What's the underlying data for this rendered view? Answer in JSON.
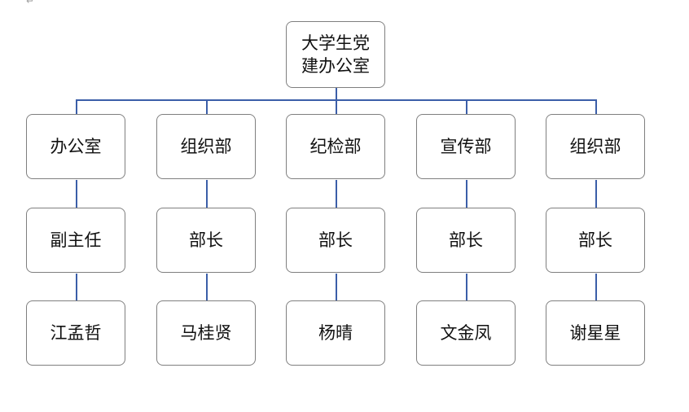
{
  "paragraph_mark": "↵",
  "root": {
    "label_line1": "大学生党",
    "label_line2": "建办公室"
  },
  "columns": [
    {
      "department": "办公室",
      "position": "副主任",
      "person": "江孟哲"
    },
    {
      "department": "组织部",
      "position": "部长",
      "person": "马桂贤"
    },
    {
      "department": "纪检部",
      "position": "部长",
      "person": "杨晴"
    },
    {
      "department": "宣传部",
      "position": "部长",
      "person": "文金凤"
    },
    {
      "department": "组织部",
      "position": "部长",
      "person": "谢星星"
    }
  ],
  "connector_color": "#3b5ea8"
}
